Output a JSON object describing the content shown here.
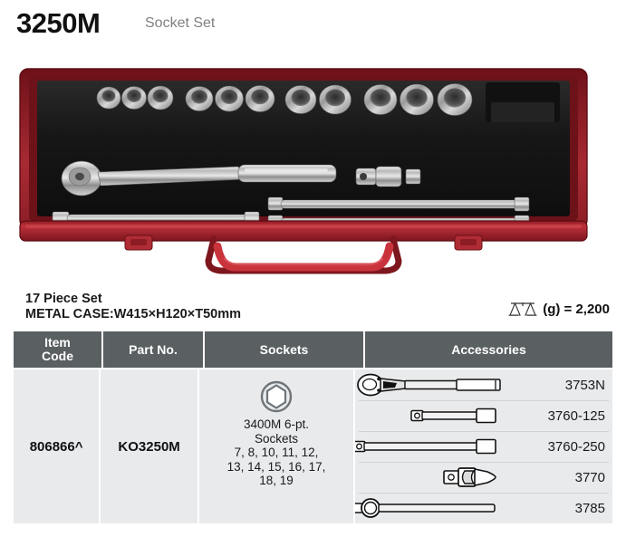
{
  "header": {
    "model_code": "3250M",
    "model_name": "Socket Set"
  },
  "photo": {
    "alt_name": "socket-set-in-red-metal-case",
    "case_color": "#9e1f28",
    "case_color_light": "#c9333c",
    "foam_color": "#1c1c1c",
    "chrome_color": "#c8c8c8"
  },
  "spec": {
    "piece_count": "17 Piece Set",
    "case_spec": "METAL CASE:W415×H120×T50mm"
  },
  "weight": {
    "icon": "balance-scale-icon",
    "label": "(g) = 2,200"
  },
  "table": {
    "headers": {
      "item_code": "Item\nCode",
      "item_code_line1": "Item",
      "item_code_line2": "Code",
      "part_no": "Part No.",
      "sockets": "Sockets",
      "accessories": "Accessories"
    },
    "row": {
      "item_code": "806866^",
      "part_no": "KO3250M",
      "sockets": {
        "icon": "hex-socket-icon",
        "title_line1": "3400M 6-pt.",
        "title_line2": "Sockets",
        "sizes_line1": "7, 8, 10, 11, 12,",
        "sizes_line2": "13, 14, 15, 16, 17,",
        "sizes_line3": "18, 19"
      },
      "accessories": [
        {
          "icon": "ratchet-handle-icon",
          "code": "3753N"
        },
        {
          "icon": "extension-bar-short-icon",
          "code": "3760-125"
        },
        {
          "icon": "extension-bar-long-icon",
          "code": "3760-250"
        },
        {
          "icon": "universal-joint-icon",
          "code": "3770"
        },
        {
          "icon": "sliding-t-bar-icon",
          "code": "3785"
        }
      ]
    }
  },
  "colors": {
    "header_bg": "#5a5f61",
    "cell_bg": "#e8eaec",
    "text_dark": "#1a1a1a",
    "text_muted": "#808080"
  }
}
